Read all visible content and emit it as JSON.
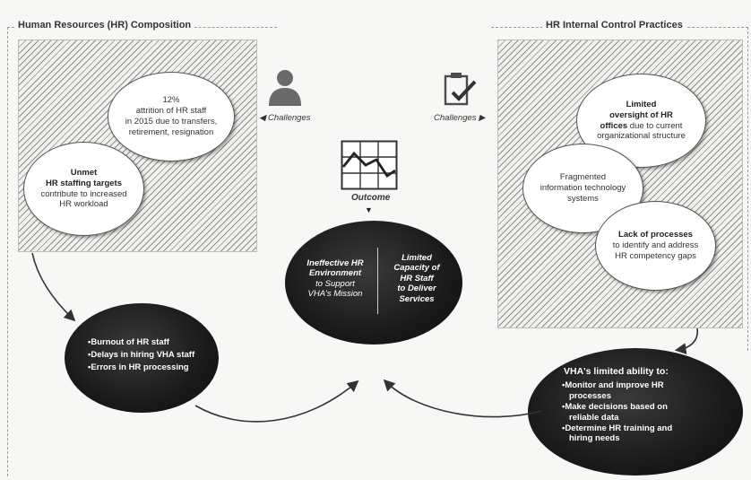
{
  "hr_composition": {
    "title": "Human Resources (HR) Composition",
    "attrition": {
      "line1": "12%",
      "line2": "attrition of HR staff",
      "line3": "in 2015 due to transfers,",
      "line4": "retirement, resignation"
    },
    "staffing": {
      "strong1": "Unmet",
      "strong2": "HR staffing targets",
      "line3": "contribute to increased",
      "line4": "HR workload"
    },
    "challenges_label": "Challenges"
  },
  "hr_internal": {
    "title": "HR Internal Control Practices",
    "oversight": {
      "strong1": "Limited",
      "strong2": "oversight of HR",
      "strong3": "offices",
      "rest3": " due to current",
      "line4": "organizational structure"
    },
    "fragmented": {
      "line1": "Fragmented",
      "line2": "information technology",
      "line3": "systems"
    },
    "processes": {
      "strong1": "Lack of processes",
      "line2": "to identify and address",
      "line3": "HR competency gaps"
    },
    "challenges_label": "Challenges"
  },
  "outcome": {
    "label": "Outcome",
    "left": {
      "line1": "Ineffective HR",
      "line2": "Environment",
      "line3": "to Support",
      "line4": "VHA's Mission"
    },
    "right": {
      "line1": "Limited",
      "line2": "Capacity of",
      "line3": "HR Staff",
      "line4": "to Deliver",
      "line5": "Services"
    }
  },
  "burnout": {
    "items": [
      "Burnout of HR staff",
      "Delays in hiring VHA staff",
      "Errors in HR processing"
    ]
  },
  "vha": {
    "title": "VHA's limited ability to:",
    "items": [
      {
        "l1": "Monitor and improve HR",
        "l2": "processes"
      },
      {
        "l1": "Make decisions based on",
        "l2": "reliable data"
      },
      {
        "l1": "Determine HR training and",
        "l2": "hiring needs"
      }
    ]
  }
}
